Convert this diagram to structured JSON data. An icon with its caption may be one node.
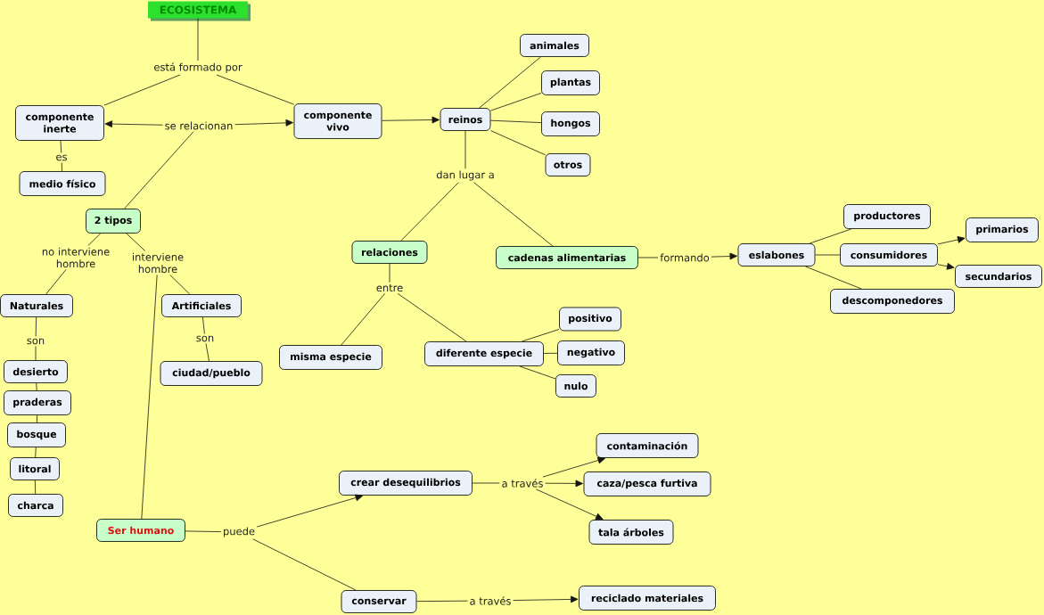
{
  "diagram": {
    "nodes": [
      {
        "text": [
          "ECOSISTEMA"
        ]
      },
      {
        "text": [
          "está formado por"
        ]
      },
      {
        "text": [
          "componente inerte"
        ]
      },
      {
        "text": [
          "componente vivo"
        ]
      },
      {
        "text": [
          "se relacionan"
        ]
      },
      {
        "text": [
          "es"
        ]
      },
      {
        "text": [
          "medio físico"
        ]
      },
      {
        "text": [
          "reinos"
        ]
      },
      {
        "text": [
          "animales"
        ]
      },
      {
        "text": [
          "plantas"
        ]
      },
      {
        "text": [
          "hongos"
        ]
      },
      {
        "text": [
          "otros"
        ]
      },
      {
        "text": [
          "dan lugar a"
        ]
      },
      {
        "text": [
          "2 tipos"
        ]
      },
      {
        "text": [
          "no interviene hombre"
        ]
      },
      {
        "text": [
          "interviene hombre"
        ]
      },
      {
        "text": [
          "relaciones"
        ]
      },
      {
        "text": [
          "cadenas alimentarias"
        ]
      },
      {
        "text": [
          "formando"
        ]
      },
      {
        "text": [
          "eslabones"
        ]
      },
      {
        "text": [
          "productores"
        ]
      },
      {
        "text": [
          "consumidores"
        ]
      },
      {
        "text": [
          "descomponedores"
        ]
      },
      {
        "text": [
          "primarios"
        ]
      },
      {
        "text": [
          "secundarios"
        ]
      },
      {
        "text": [
          "Naturales"
        ]
      },
      {
        "text": [
          "Artificiales"
        ]
      },
      {
        "text": [
          "entre"
        ]
      },
      {
        "text": [
          "son"
        ]
      },
      {
        "text": [
          "son"
        ]
      },
      {
        "text": [
          "misma especie"
        ]
      },
      {
        "text": [
          "diferente especie"
        ]
      },
      {
        "text": [
          "positivo"
        ]
      },
      {
        "text": [
          "negativo"
        ]
      },
      {
        "text": [
          "nulo"
        ]
      },
      {
        "text": [
          "ciudad/pueblo"
        ]
      },
      {
        "text": [
          "desierto"
        ]
      },
      {
        "text": [
          "praderas"
        ]
      },
      {
        "text": [
          "bosque"
        ]
      },
      {
        "text": [
          "litoral"
        ]
      },
      {
        "text": [
          "charca"
        ]
      },
      {
        "text": [
          "crear desequilibrios"
        ]
      },
      {
        "text": [
          "a través"
        ]
      },
      {
        "text": [
          "contaminación"
        ]
      },
      {
        "text": [
          "caza/pesca furtiva"
        ]
      },
      {
        "text": [
          "tala árboles"
        ]
      },
      {
        "text": [
          "Ser humano"
        ]
      },
      {
        "text": [
          "puede"
        ]
      },
      {
        "text": [
          "conservar"
        ]
      },
      {
        "text": [
          "a través"
        ]
      },
      {
        "text": [
          "reciclado materiales"
        ]
      }
    ],
    "edges": [
      {
        "from": 0,
        "to": 1,
        "arrow": "none"
      },
      {
        "from": 1,
        "to": 2,
        "arrow": "none"
      },
      {
        "from": 1,
        "to": 3,
        "arrow": "none"
      },
      {
        "from": 4,
        "to": 2,
        "arrow": "to"
      },
      {
        "from": 4,
        "to": 3,
        "arrow": "to"
      },
      {
        "from": 4,
        "to": 13,
        "arrow": "none"
      },
      {
        "from": 2,
        "to": 5,
        "arrow": "none"
      },
      {
        "from": 5,
        "to": 6,
        "arrow": "none"
      },
      {
        "from": 3,
        "to": 7,
        "arrow": "to"
      },
      {
        "from": 7,
        "to": 8,
        "arrow": "none"
      },
      {
        "from": 7,
        "to": 9,
        "arrow": "none"
      },
      {
        "from": 7,
        "to": 10,
        "arrow": "none"
      },
      {
        "from": 7,
        "to": 11,
        "arrow": "none"
      },
      {
        "from": 7,
        "to": 12,
        "arrow": "none"
      },
      {
        "from": 12,
        "to": 16,
        "arrow": "none"
      },
      {
        "from": 12,
        "to": 17,
        "arrow": "none"
      },
      {
        "from": 13,
        "to": 14,
        "arrow": "none"
      },
      {
        "from": 14,
        "to": 25,
        "arrow": "none"
      },
      {
        "from": 13,
        "to": 15,
        "arrow": "none"
      },
      {
        "from": 15,
        "to": 26,
        "arrow": "none"
      },
      {
        "from": 15,
        "to": 46,
        "arrow": "none"
      },
      {
        "from": 16,
        "to": 27,
        "arrow": "none"
      },
      {
        "from": 27,
        "to": 30,
        "arrow": "none"
      },
      {
        "from": 27,
        "to": 31,
        "arrow": "none"
      },
      {
        "from": 17,
        "to": 18,
        "arrow": "none"
      },
      {
        "from": 18,
        "to": 19,
        "arrow": "to"
      },
      {
        "from": 19,
        "to": 20,
        "arrow": "none"
      },
      {
        "from": 19,
        "to": 21,
        "arrow": "none"
      },
      {
        "from": 19,
        "to": 22,
        "arrow": "none"
      },
      {
        "from": 21,
        "to": 23,
        "arrow": "to"
      },
      {
        "from": 21,
        "to": 24,
        "arrow": "to"
      },
      {
        "from": 25,
        "to": 28,
        "arrow": "none"
      },
      {
        "from": 28,
        "to": 36,
        "arrow": "none"
      },
      {
        "from": 36,
        "to": 37,
        "arrow": "none"
      },
      {
        "from": 37,
        "to": 38,
        "arrow": "none"
      },
      {
        "from": 38,
        "to": 39,
        "arrow": "none"
      },
      {
        "from": 39,
        "to": 40,
        "arrow": "none"
      },
      {
        "from": 26,
        "to": 29,
        "arrow": "none"
      },
      {
        "from": 29,
        "to": 35,
        "arrow": "none"
      },
      {
        "from": 31,
        "to": 32,
        "arrow": "none"
      },
      {
        "from": 31,
        "to": 33,
        "arrow": "none"
      },
      {
        "from": 31,
        "to": 34,
        "arrow": "none"
      },
      {
        "from": 46,
        "to": 47,
        "arrow": "none"
      },
      {
        "from": 47,
        "to": 41,
        "arrow": "to"
      },
      {
        "from": 47,
        "to": 48,
        "arrow": "none"
      },
      {
        "from": 41,
        "to": 42,
        "arrow": "none"
      },
      {
        "from": 42,
        "to": 43,
        "arrow": "to"
      },
      {
        "from": 42,
        "to": 44,
        "arrow": "to"
      },
      {
        "from": 42,
        "to": 45,
        "arrow": "to"
      },
      {
        "from": 48,
        "to": 49,
        "arrow": "none"
      },
      {
        "from": 49,
        "to": 50,
        "arrow": "to"
      }
    ]
  }
}
